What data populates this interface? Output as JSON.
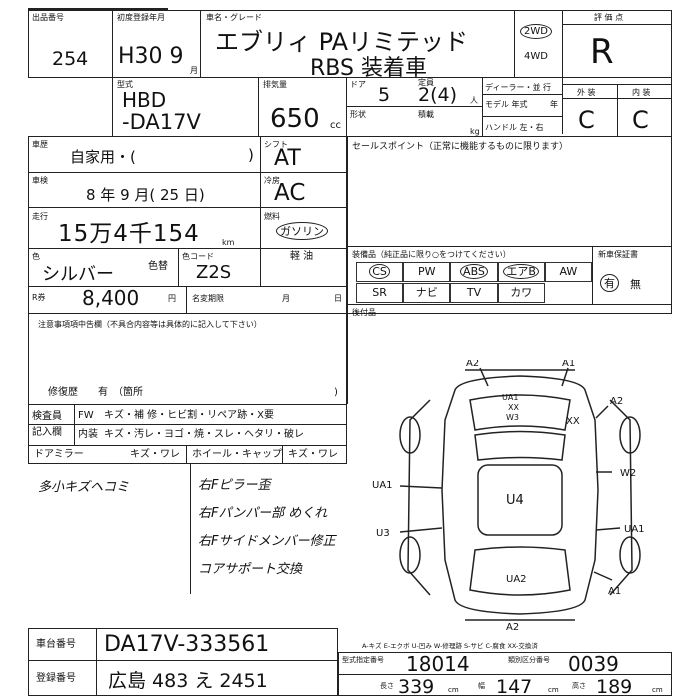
{
  "header": {
    "lot_label": "出品番号",
    "lot_number": "254",
    "first_reg_label": "初度登録年月",
    "first_reg_value": "H30 9",
    "first_reg_month_unit": "月",
    "model_name_label": "車名・グレード",
    "model_name": "エブリィ PAリミテッド",
    "model_grade": "RBS 装着車",
    "drive_2wd": "2WD",
    "drive_4wd": "4WD",
    "grade_label": "評 価 点",
    "grade_value": "R"
  },
  "spec": {
    "model_type_label": "型式",
    "model_type_1": "HBD",
    "model_type_2": "-DA17V",
    "displacement_label": "排気量",
    "displacement_value": "650",
    "displacement_unit": "cc",
    "doors_label": "ドア",
    "doors_value": "5",
    "capacity_label": "定員",
    "capacity_value": "2(4)",
    "capacity_unit": "人",
    "shape_label": "形状",
    "load_label": "積載",
    "load_unit": "kg",
    "dealer_label": "ディーラー・並 行",
    "model_year_label": "モデル 年式",
    "model_year_unit": "年",
    "handle_label": "ハンドル 左・右",
    "exterior_label": "外 装",
    "interior_label": "内 装",
    "exterior_value": "C",
    "interior_value": "C"
  },
  "details": {
    "history_label": "車歴",
    "history_value": "自家用・(",
    "history_close": ")",
    "shift_label": "シフト",
    "shift_value": "AT",
    "selling_label": "セールスポイント（正常に機能するものに限ります）",
    "inspection_label": "車検",
    "inspection_value": "8 年 9 月( 25 日)",
    "cooler_label": "冷房",
    "cooler_value": "AC",
    "mileage_label": "走行",
    "mileage_value": "15万4千154",
    "mileage_unit": "km",
    "fuel_label": "燃料",
    "fuel_value": "ガソリン",
    "fuel_alt": "軽 油",
    "color_label": "色",
    "color_value": "シルバー",
    "color_change_label": "色替",
    "color_code_label": "色コード",
    "color_code_value": "Z2S",
    "recycle_label": "R券",
    "recycle_value": "8,400",
    "recycle_unit": "円",
    "name_change_label": "名変期限",
    "name_change_month": "月",
    "name_change_day": "日"
  },
  "equipment": {
    "label": "装備品（純正品に限り○をつけてください）",
    "new_car_label": "新車保証書",
    "row1": [
      "CS",
      "PW",
      "ABS",
      "エアB",
      "AW"
    ],
    "row2": [
      "SR",
      "ナビ",
      "TV",
      "カワ"
    ],
    "warranty_yes": "有",
    "warranty_no": "無",
    "post_label": "後付品"
  },
  "notes": {
    "notes_label": "注意事項項中告欄（不具合内容等は具体的に記入して下さい）",
    "repair_label": "修復歴　　有　（箇所",
    "repair_close": ")"
  },
  "inspector": {
    "label_1": "検査員",
    "label_2": "記入欄",
    "fw": "FW",
    "fw_items": "キズ・補 修・ヒビ割・リペア跡・X要",
    "interior": "内装",
    "interior_items": "キズ・汚レ・ヨゴ・焼・スレ・ヘタリ・破レ",
    "mirror": "ドアミラー",
    "mirror_items": "キズ・ワレ",
    "wheel": "ホイール・キャップ",
    "wheel_items": "キズ・ワレ"
  },
  "handwritten_notes": [
    "多小キズヘコミ",
    "右Fピラー歪",
    "右Fパンパー部 めくれ",
    "右Fサイドメンバー修正",
    "コアサポート交換"
  ],
  "diagram_marks": {
    "a2_top": "A2",
    "a1_top": "A1",
    "a2_right": "A2",
    "xx_right": "XX",
    "w2_right": "W2",
    "ua1_right": "UA1",
    "a1_right": "A1",
    "ua1_left": "UA1",
    "u3_left": "U3",
    "u4_center": "U4",
    "ua2_center": "UA2",
    "a2_bottom": "A2",
    "roof_1": "UA1",
    "roof_2": "XX",
    "roof_3": "W3"
  },
  "legend": "A-キズ  E-エクボ  U-凹み  W-修理跡  S-サビ  C-腐食  XX-交換済",
  "footer": {
    "chassis_label": "車台番号",
    "chassis_value": "DA17V-333561",
    "reg_label": "登録番号",
    "reg_value": "広島 483 え 2451",
    "type_label": "型式指定番号",
    "type_value": "18014",
    "category_label": "類別区分番号",
    "category_value": "0039",
    "dim_length_label": "長さ",
    "dim_length_value": "339",
    "dim_width_label": "幅",
    "dim_width_value": "147",
    "dim_height_label": "高さ",
    "dim_height_value": "189",
    "dim_unit": "cm"
  }
}
